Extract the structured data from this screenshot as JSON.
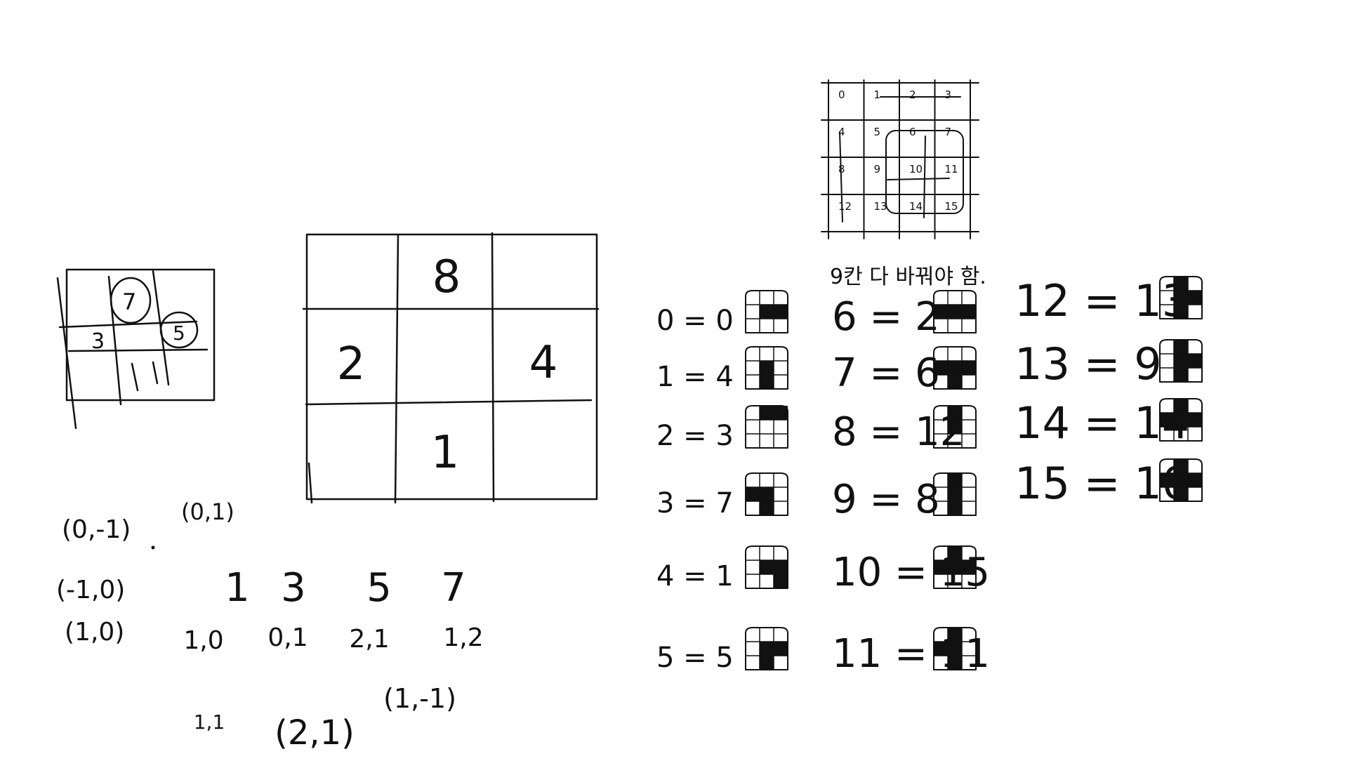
{
  "canvas": {
    "background": "#ffffff",
    "ink_color": "#111111"
  },
  "small_sketch": {
    "labels": [
      "3",
      "7",
      "5"
    ]
  },
  "main_grid": {
    "cells": [
      "",
      "8",
      "",
      "2",
      "",
      "4",
      "",
      "1",
      ""
    ]
  },
  "coord_notes": {
    "left_list": [
      "(0,-1)",
      "(-1,0)",
      "(1,0)"
    ],
    "top_note": "(0,1)",
    "odd_numbers": [
      "1",
      "3",
      "5",
      "7"
    ],
    "odd_coords": [
      "1,0",
      "0,1",
      "2,1",
      "1,2"
    ],
    "bottom_notes": [
      "1,1",
      "(2,1)",
      "(1,-1)"
    ]
  },
  "index_grid": {
    "numbers": [
      "0",
      "1",
      "2",
      "3",
      "4",
      "5",
      "6",
      "7",
      "8",
      "9",
      "10",
      "11",
      "12",
      "13",
      "14",
      "15"
    ],
    "caption": "9칸 다 바꿔야 함."
  },
  "mappings": [
    {
      "label": "0 = 0",
      "shape": "blob-lower-mid"
    },
    {
      "label": "1 = 4",
      "shape": "vertical-center"
    },
    {
      "label": "2 = 3",
      "shape": "horizontal-top"
    },
    {
      "label": "3 = 7",
      "shape": "l-bottom-left"
    },
    {
      "label": "4 = 1",
      "shape": "blob-lower-right"
    },
    {
      "label": "5 = 5",
      "shape": "t-small"
    },
    {
      "label": "6 = 2",
      "shape": "horizontal-mid"
    },
    {
      "label": "7 = 6",
      "shape": "t-down"
    },
    {
      "label": "8 = 12",
      "shape": "vertical-mid-small"
    },
    {
      "label": "9 = 8",
      "shape": "vertical-full"
    },
    {
      "label": "10 = 15",
      "shape": "t-up-right"
    },
    {
      "label": "11 = 11",
      "shape": "vertical-left-t"
    },
    {
      "label": "12 = 13",
      "shape": "t-right"
    },
    {
      "label": "13 = 9",
      "shape": "t-right-full"
    },
    {
      "label": "14 = 14",
      "shape": "cross-up"
    },
    {
      "label": "15 = 10",
      "shape": "cross"
    }
  ]
}
